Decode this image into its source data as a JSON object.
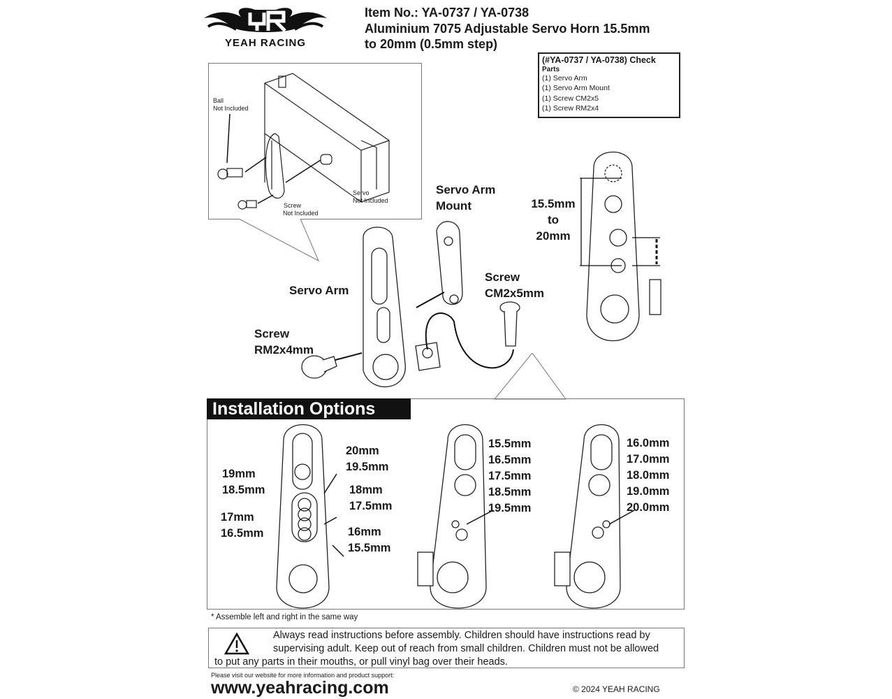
{
  "logo": {
    "text": "YEAH RACING",
    "mark": "YR"
  },
  "header": {
    "item_no": "Item No.: YA-0737 / YA-0738",
    "title_line1": "Aluminium 7075 Adjustable Servo Horn 15.5mm",
    "title_line2": "to 20mm (0.5mm step)"
  },
  "check_parts": {
    "heading": "(#YA-0737 / YA-0738) Check",
    "subheading": "Parts",
    "items": [
      "(1) Servo Arm",
      "(1) Servo Arm Mount",
      "(1) Screw CM2x5",
      "(1) Screw RM2x4"
    ]
  },
  "inset": {
    "ball": [
      "Ball",
      "Not Included"
    ],
    "servo": [
      "Servo",
      "Not Included"
    ],
    "screw": [
      "Screw",
      "Not Included"
    ]
  },
  "parts": {
    "servo_arm_mount": [
      "Servo Arm",
      "Mount"
    ],
    "servo_arm": "Servo Arm",
    "screw_cm": [
      "Screw",
      "CM2x5mm"
    ],
    "screw_rm": [
      "Screw",
      "RM2x4mm"
    ]
  },
  "dimension": [
    "15.5mm",
    "to",
    "20mm"
  ],
  "installation": {
    "heading": "Installation Options",
    "option1": {
      "left_top": [
        "19mm",
        "18.5mm"
      ],
      "left_bottom": [
        "17mm",
        "16.5mm"
      ],
      "right_top": [
        "20mm",
        "19.5mm"
      ],
      "right_mid": [
        "18mm",
        "17.5mm"
      ],
      "right_bottom": [
        "16mm",
        "15.5mm"
      ]
    },
    "option2": [
      "15.5mm",
      "16.5mm",
      "17.5mm",
      "18.5mm",
      "19.5mm"
    ],
    "option3": [
      "16.0mm",
      "17.0mm",
      "18.0mm",
      "19.0mm",
      "20.0mm"
    ]
  },
  "footnote": "* Assemble left and right in the same way",
  "warning": {
    "line1": "Always read instructions before assembly. Children should have instructions read by",
    "line2": "supervising adult. Keep out of reach from small children. Children must not be allowed",
    "line3": "to put any parts in their mouths, or pull vinyl bag over their heads."
  },
  "footer": {
    "visit": "Please visit our website for more information and product support:",
    "url": "www.yeahracing.com",
    "copyright": "© 2024 YEAH RACING"
  }
}
